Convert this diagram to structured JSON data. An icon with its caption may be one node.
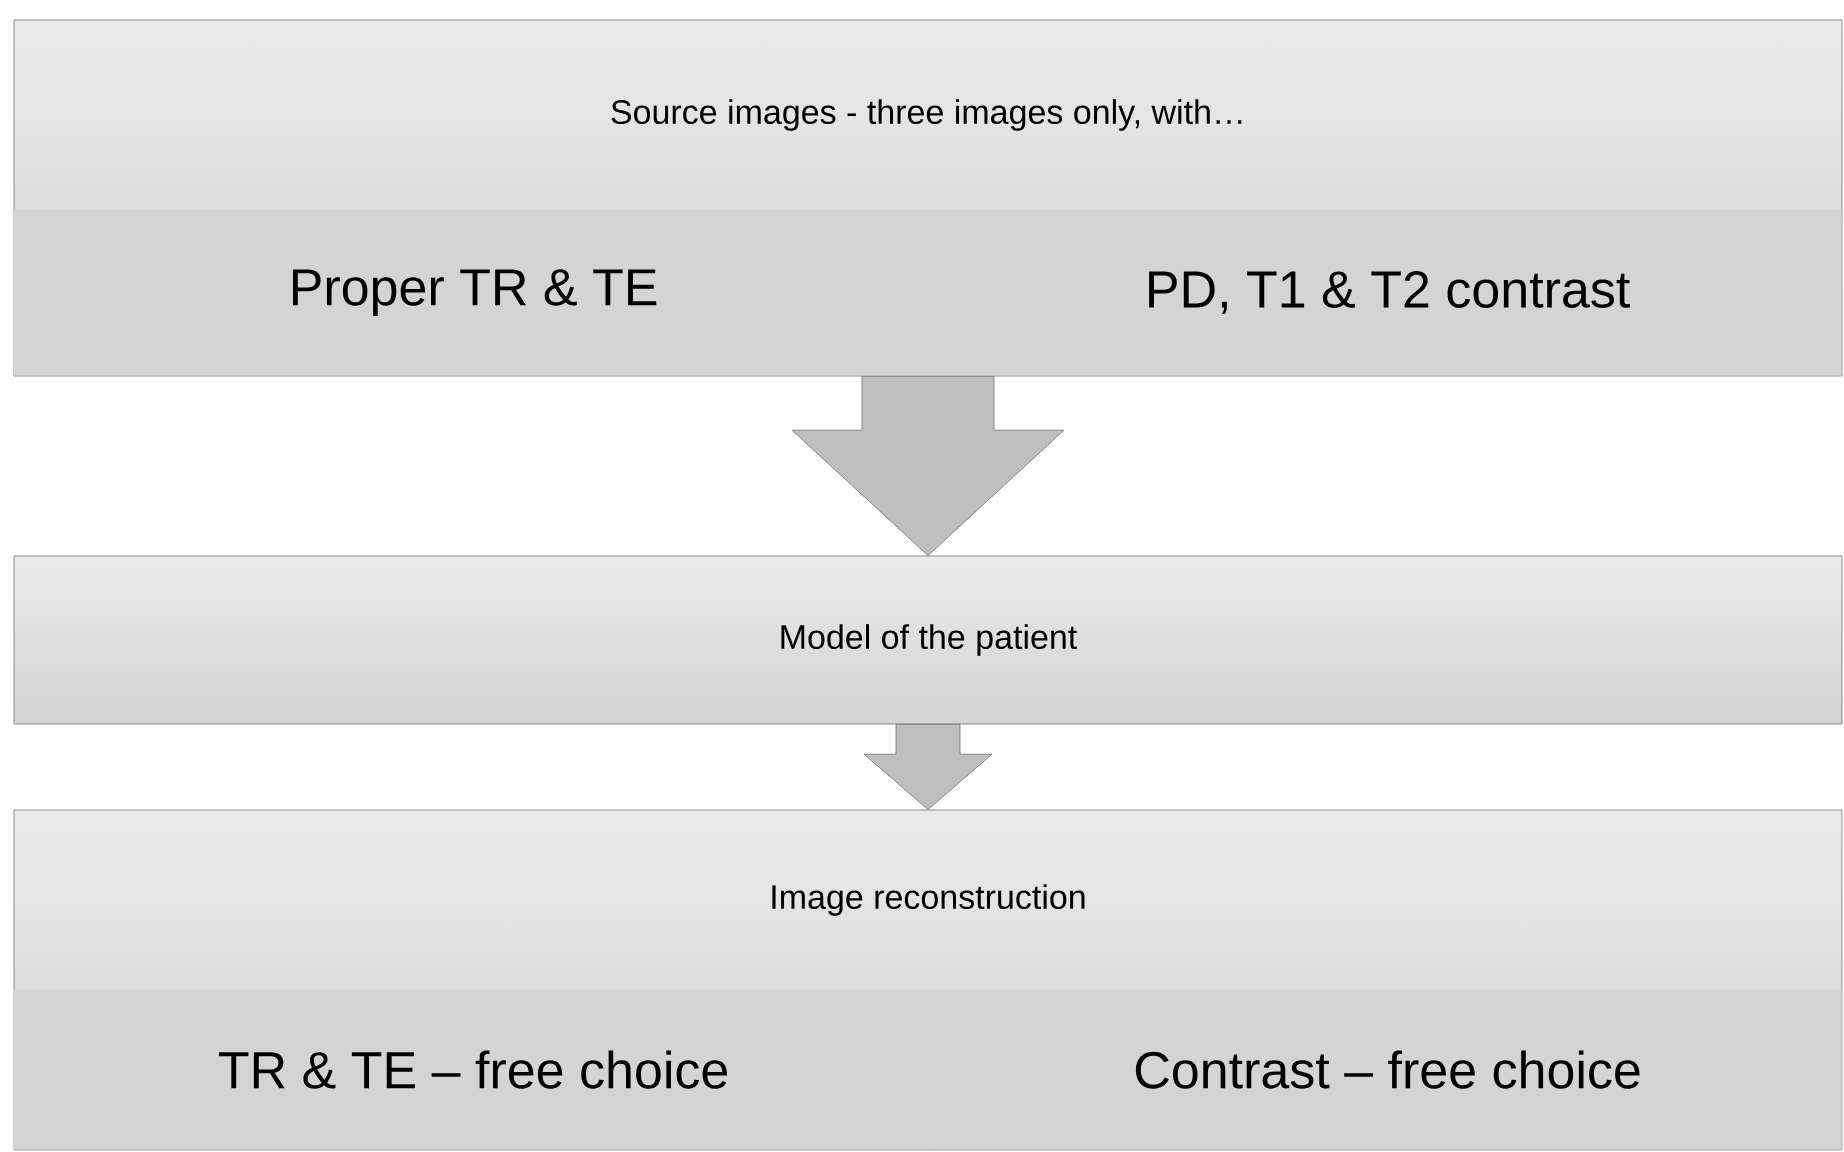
{
  "diagram": {
    "nodes": [
      {
        "text": [
          "Source images - three images only, with…"
        ]
      },
      {
        "text": [
          "Proper TR & TE"
        ],
        "in": 0
      },
      {
        "text": [
          "PD, T1 & T2 contrast"
        ],
        "in": 0
      },
      {
        "text": [
          "Model of the patient"
        ]
      },
      {
        "text": [
          "Image reconstruction"
        ]
      },
      {
        "text": [
          "TR & TE – free choice"
        ],
        "in": 4
      },
      {
        "text": [
          "Contrast – free choice"
        ],
        "in": 4
      }
    ],
    "edges": [
      {
        "from": 0,
        "to": 3,
        "arrow": "to"
      },
      {
        "from": 3,
        "to": 4,
        "arrow": "to"
      }
    ]
  }
}
